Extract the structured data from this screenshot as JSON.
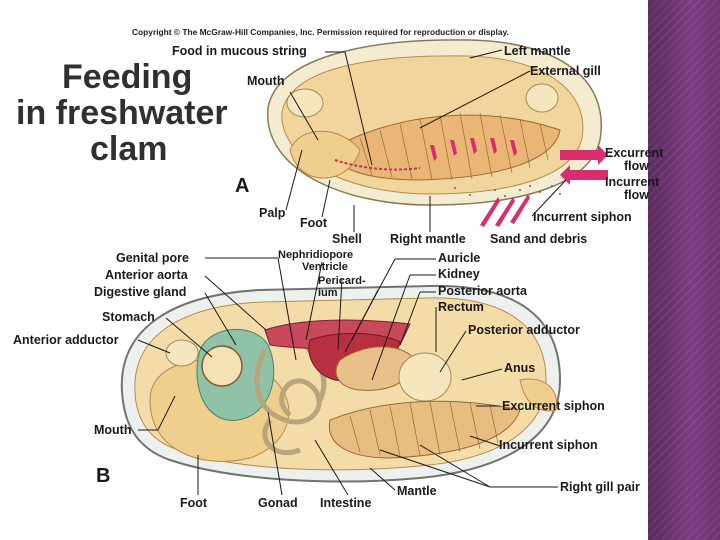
{
  "copyright": "Copyright © The McGraw-Hill Companies, Inc. Permission required for reproduction or display.",
  "title": {
    "line1": "Feeding",
    "line2": "in freshwater",
    "line3": "clam"
  },
  "panel_a": {
    "letter": "A",
    "labels": {
      "food": "Food in mucous string",
      "mouth": "Mouth",
      "palp": "Palp",
      "foot": "Foot",
      "shell": "Shell",
      "right_mantle": "Right mantle",
      "sand": "Sand and debris",
      "incurrent_siphon": "Incurrent siphon",
      "excurrent_flow_1": "Excurrent",
      "excurrent_flow_2": "flow",
      "incurrent_flow_1": "Incurrent",
      "incurrent_flow_2": "flow",
      "left_mantle": "Left mantle",
      "external_gill": "External gill"
    }
  },
  "panel_b": {
    "letter": "B",
    "labels": {
      "genital_pore": "Genital pore",
      "anterior_aorta": "Anterior aorta",
      "digestive_gland": "Digestive gland",
      "stomach": "Stomach",
      "anterior_adductor": "Anterior adductor",
      "mouth": "Mouth",
      "foot": "Foot",
      "gonad": "Gonad",
      "intestine": "Intestine",
      "mantle": "Mantle",
      "nephridiopore": "Nephridiopore",
      "ventricle": "Ventricle",
      "pericardium_1": "Pericard-",
      "pericardium_2": "ium",
      "auricle": "Auricle",
      "kidney": "Kidney",
      "posterior_aorta": "Posterior aorta",
      "rectum": "Rectum",
      "posterior_adductor": "Posterior adductor",
      "anus": "Anus",
      "excurrent_siphon": "Excurrent siphon",
      "incurrent_siphon": "Incurrent siphon",
      "right_gill_pair": "Right gill pair"
    }
  },
  "colors": {
    "shell": "#f3e9c8",
    "body": "#f2d49a",
    "gill": "#e8b978",
    "heart": "#b83040",
    "digestive": "#8fc2a6",
    "arrow": "#d62e6e",
    "accent": "#6b336f"
  }
}
